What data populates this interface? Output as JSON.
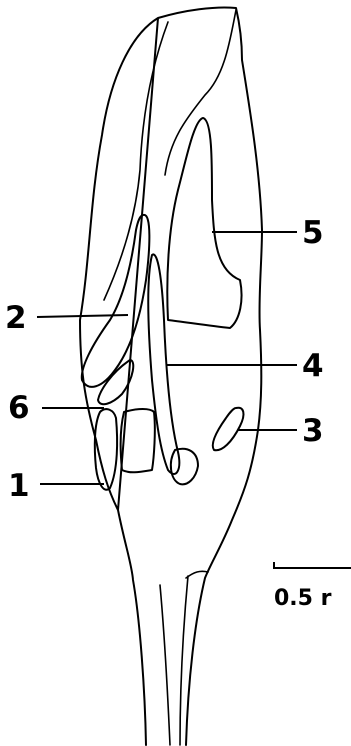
{
  "labels": {
    "part_1": "1",
    "part_2": "2",
    "part_3": "3",
    "part_4": "4",
    "part_5": "5",
    "part_6": "6"
  },
  "scale_bar": {
    "text": "0.5 r"
  }
}
